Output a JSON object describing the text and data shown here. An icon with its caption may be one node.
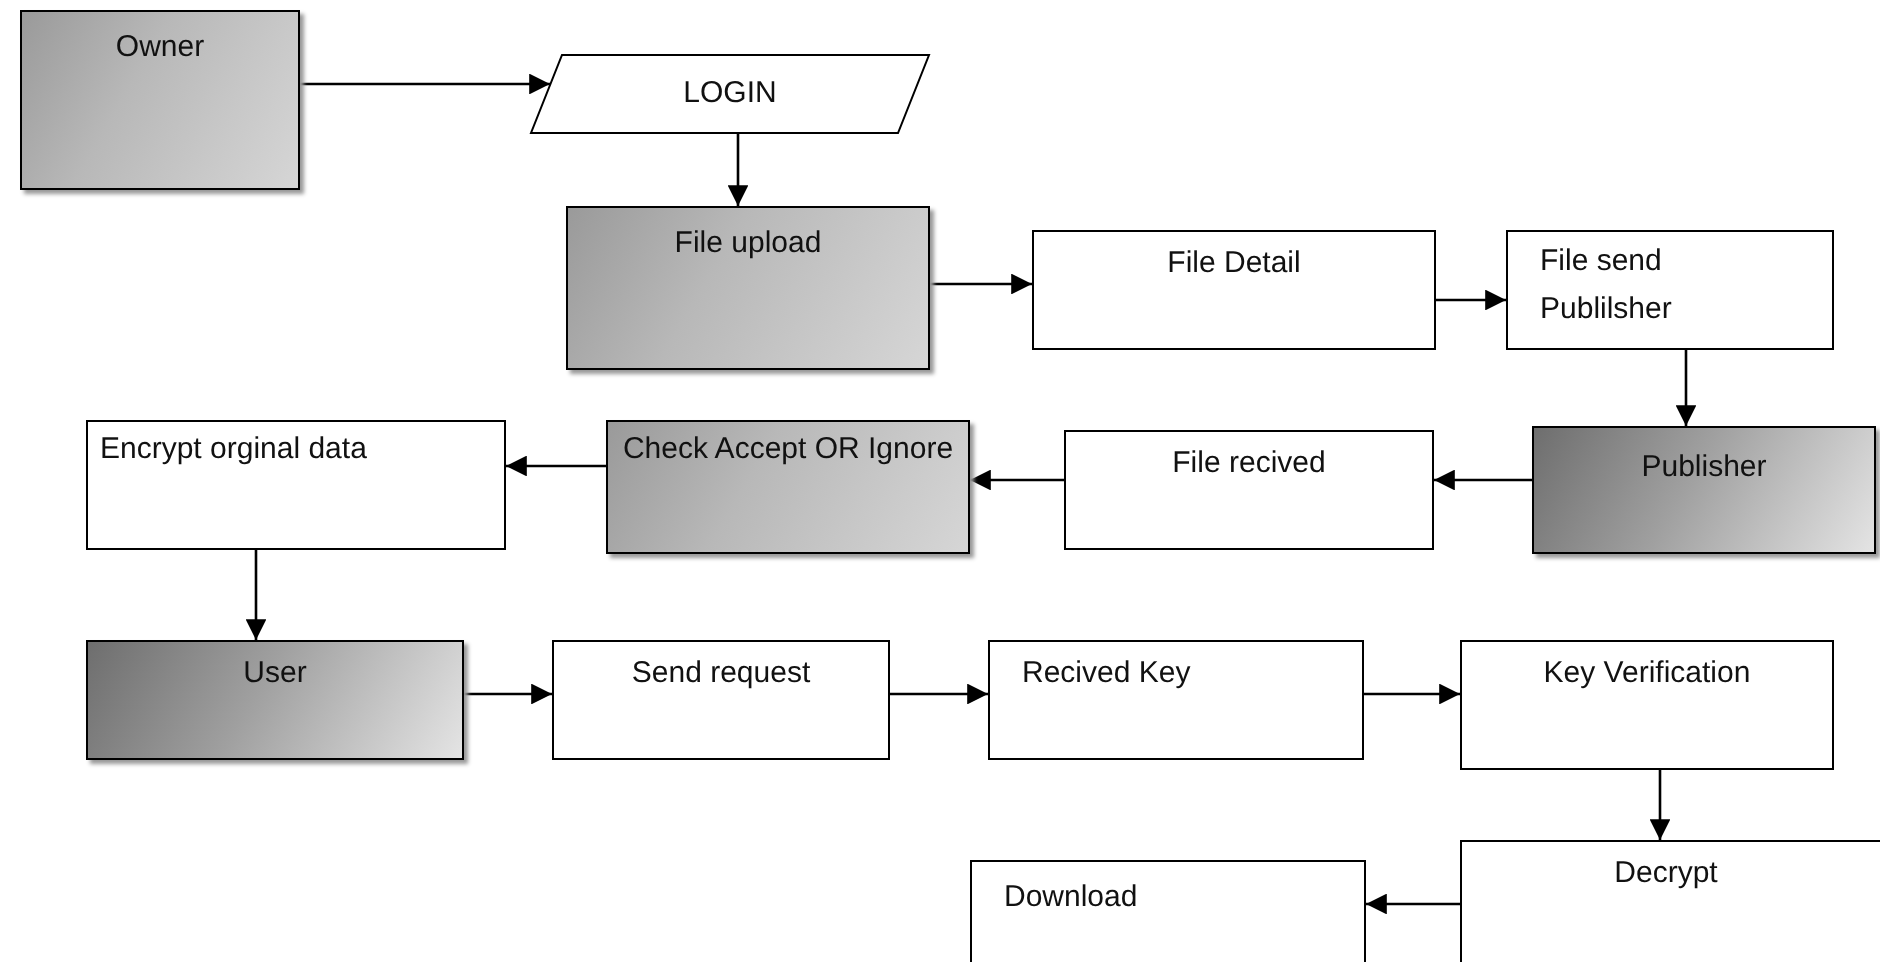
{
  "diagram": {
    "nodes": [
      {
        "text": [
          "Owner"
        ]
      },
      {
        "text": [
          "LOGIN"
        ]
      },
      {
        "text": [
          "File upload"
        ]
      },
      {
        "text": [
          "File Detail"
        ]
      },
      {
        "text": [
          "File send Publilsher"
        ]
      },
      {
        "text": [
          "Publisher"
        ]
      },
      {
        "text": [
          "File recived"
        ]
      },
      {
        "text": [
          "Check Accept OR  Ignore"
        ]
      },
      {
        "text": [
          "Encrypt orginal data"
        ]
      },
      {
        "text": [
          "User"
        ]
      },
      {
        "text": [
          "Send request"
        ]
      },
      {
        "text": [
          "Recived Key"
        ]
      },
      {
        "text": [
          "Key Verification"
        ]
      },
      {
        "text": [
          "Decrypt"
        ]
      },
      {
        "text": [
          "Download"
        ]
      }
    ],
    "edges": [
      {
        "from": 0,
        "to": 1,
        "arrow": "to"
      },
      {
        "from": 1,
        "to": 2,
        "arrow": "to"
      },
      {
        "from": 2,
        "to": 3,
        "arrow": "to"
      },
      {
        "from": 3,
        "to": 4,
        "arrow": "to"
      },
      {
        "from": 4,
        "to": 5,
        "arrow": "to"
      },
      {
        "from": 5,
        "to": 6,
        "arrow": "to"
      },
      {
        "from": 6,
        "to": 7,
        "arrow": "to"
      },
      {
        "from": 7,
        "to": 8,
        "arrow": "to"
      },
      {
        "from": 8,
        "to": 9,
        "arrow": "to"
      },
      {
        "from": 9,
        "to": 10,
        "arrow": "to"
      },
      {
        "from": 10,
        "to": 11,
        "arrow": "to"
      },
      {
        "from": 11,
        "to": 12,
        "arrow": "to"
      },
      {
        "from": 12,
        "to": 13,
        "arrow": "to"
      },
      {
        "from": 13,
        "to": 14,
        "arrow": "to"
      }
    ]
  }
}
